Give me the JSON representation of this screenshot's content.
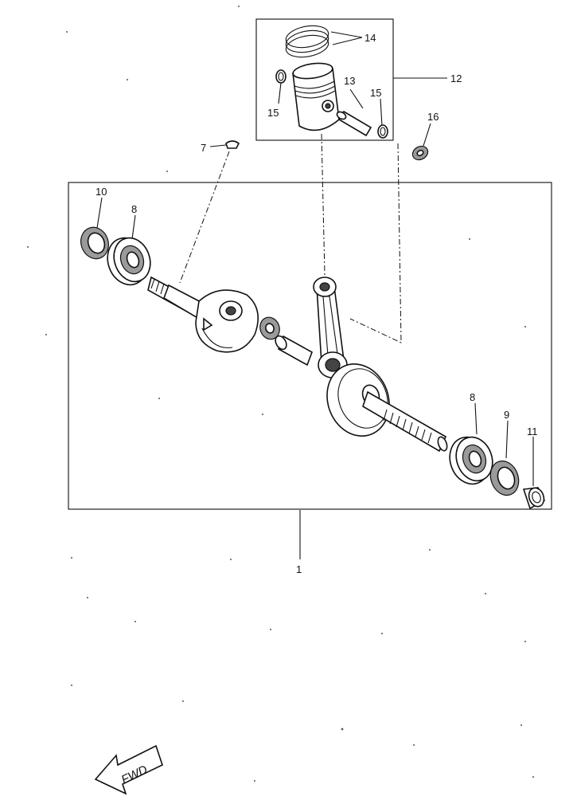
{
  "callouts": {
    "c1": "1",
    "c7": "7",
    "c8a": "8",
    "c8b": "8",
    "c9": "9",
    "c10": "10",
    "c11": "11",
    "c12": "12",
    "c13": "13",
    "c14": "14",
    "c15a": "15",
    "c15b": "15",
    "c16": "16"
  },
  "direction": {
    "label": "FWD"
  }
}
